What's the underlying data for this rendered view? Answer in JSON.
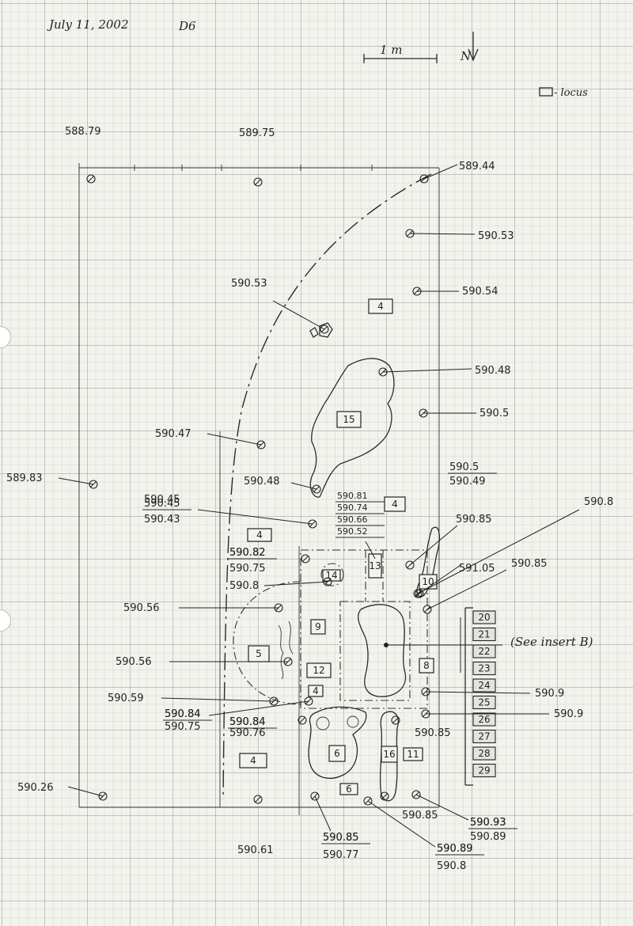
{
  "header": {
    "date": "July 11, 2002",
    "square": "D6",
    "scale_label": "1 m",
    "north_label": "N",
    "legend_label": "- locus"
  },
  "survey_points": {
    "p_588_79": "588.79",
    "p_589_75": "589.75",
    "p_589_44": "589.44",
    "p_590_53a": "590.53",
    "p_590_54": "590.54",
    "p_590_53b": "590.53",
    "p_590_48a": "590.48",
    "p_590_5": "590.5",
    "p_590_47": "590.47",
    "p_589_83": "589.83",
    "p_590_48b": "590.48",
    "p_590_81_stack": [
      "590.81",
      "590.74",
      "590.66",
      "590.52"
    ],
    "p_590_5_over": "590.5",
    "p_590_49": "590.49",
    "p_590_85a": "590.85",
    "p_590_8a": "590.8",
    "p_590_45": "590.45",
    "p_590_43": "590.43",
    "p_590_82": "590.82",
    "p_590_75a": "590.75",
    "p_590_8b": "590.8",
    "p_591_05": "591.05",
    "p_590_85b": "590.85",
    "p_590_56a": "590.56",
    "p_590_56b": "590.56",
    "p_590_59": "590.59",
    "p_590_84a": "590.84",
    "p_590_75b": "590.75",
    "p_590_84b": "590.84",
    "p_590_76": "590.76",
    "p_590_9a": "590.9",
    "p_590_9b": "590.9",
    "p_590_85c": "590.85",
    "p_590_26": "590.26",
    "p_590_61": "590.61",
    "p_590_85d": "590.85",
    "p_590_77": "590.77",
    "p_590_85e": "590.85",
    "p_590_93": "590.93",
    "p_590_89a": "590.89",
    "p_590_89b": "590.89",
    "p_590_8c": "590.8"
  },
  "loci": {
    "l4a": "4",
    "l15": "15",
    "l4b": "4",
    "l4c": "4",
    "l14": "14",
    "l13": "13",
    "l10": "10",
    "l9": "9",
    "l5": "5",
    "l12": "12",
    "l4d": "4",
    "l8": "8",
    "l6a": "6",
    "l4e": "4",
    "l16": "16",
    "l11": "11",
    "l6b": "6"
  },
  "locus_stack": [
    "20",
    "21",
    "22",
    "23",
    "24",
    "25",
    "26",
    "27",
    "28",
    "29"
  ],
  "insert_note": "(See insert B)"
}
